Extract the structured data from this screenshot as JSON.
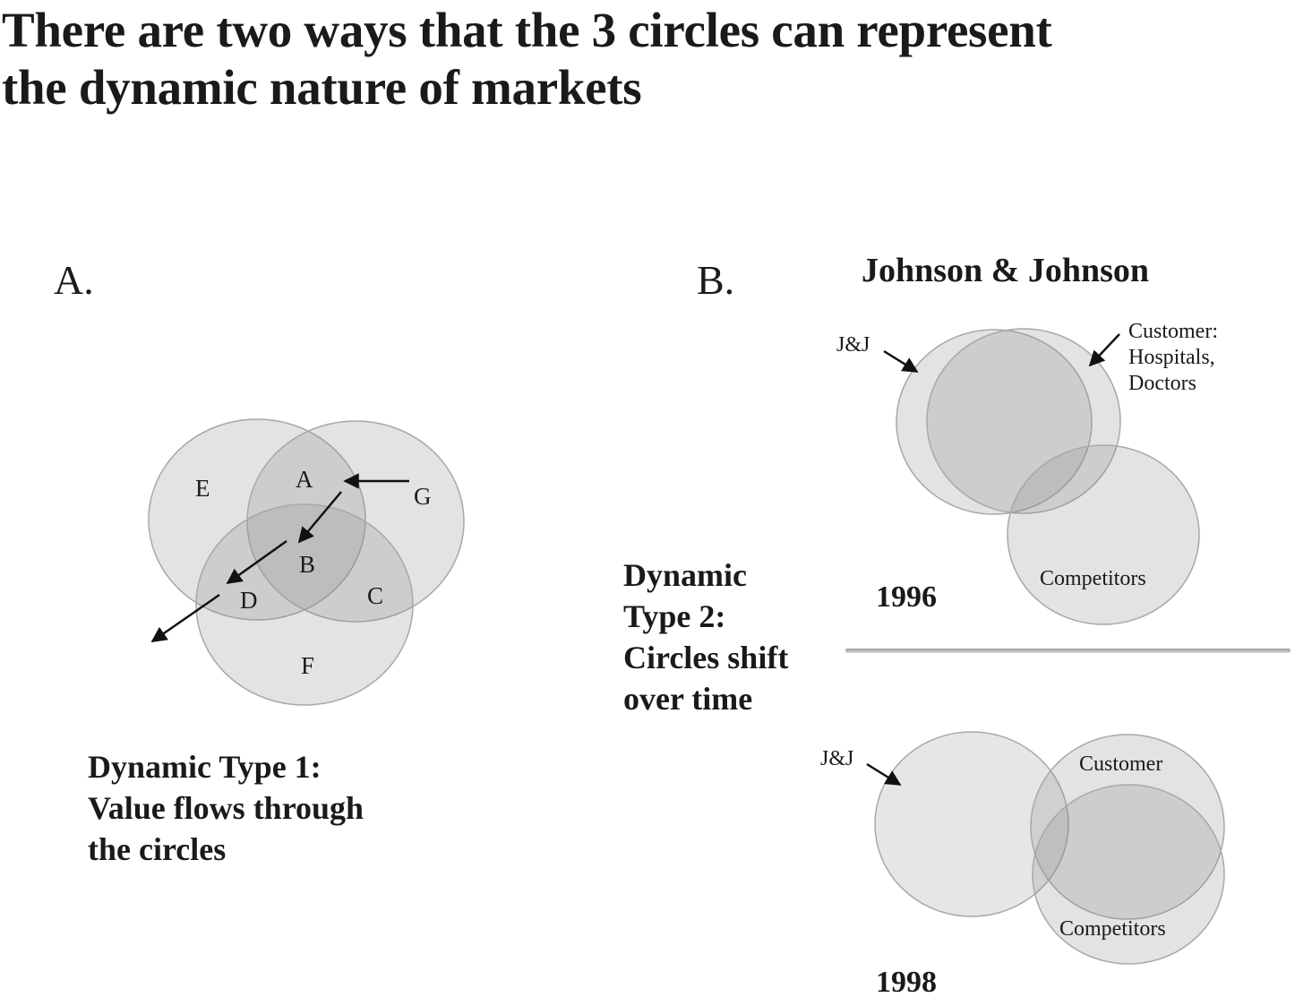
{
  "title": {
    "line1": "There are two ways that the 3 circles can represent",
    "line2": "the dynamic nature of markets"
  },
  "panel_a": {
    "letter": "A.",
    "circle_labels": {
      "A": "A",
      "B": "B",
      "C": "C",
      "D": "D",
      "E": "E",
      "F": "F",
      "G": "G"
    },
    "caption": {
      "line1": "Dynamic Type 1:",
      "line2": "Value flows through",
      "line3": "the circles"
    }
  },
  "panel_b": {
    "letter": "B.",
    "heading": "Johnson & Johnson",
    "caption": {
      "line1": "Dynamic",
      "line2": "Type 2:",
      "line3": "Circles shift",
      "line4": "over time"
    },
    "year_1996": {
      "year": "1996",
      "jj_label": "J&J",
      "customer_label": {
        "line1": "Customer:",
        "line2": "Hospitals,",
        "line3": "Doctors"
      },
      "competitors_label": "Competitors"
    },
    "year_1998": {
      "year": "1998",
      "jj_label": "J&J",
      "customer_label": "Customer",
      "competitors_label": "Competitors"
    }
  },
  "colors": {
    "circle_fill": "#8c8c8c",
    "circle_stroke": "#a8a8a8",
    "divider": "#8a8a8a",
    "arrow": "#111111"
  }
}
